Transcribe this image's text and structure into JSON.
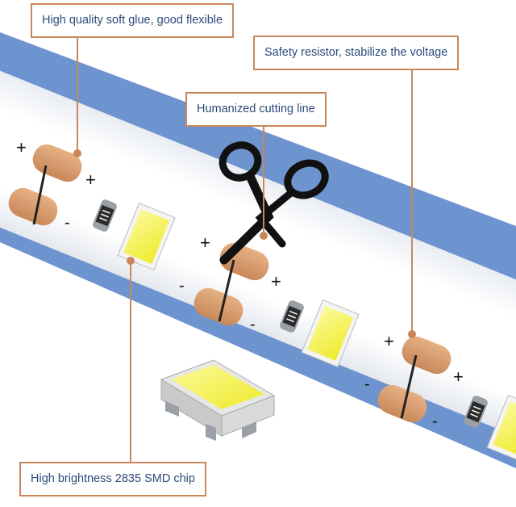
{
  "callouts": {
    "glue": "High quality soft glue, good flexible",
    "resistor": "Safety resistor, stabilize the voltage",
    "cutting": "Humanized cutting line",
    "chip": "High brightness 2835 SMD chip"
  },
  "polarity": {
    "plus": "+",
    "minus": "-"
  },
  "resistor_code": "≡",
  "colors": {
    "band": "#6d94cf",
    "strip": "#ffffff",
    "pad": "#d79b6a",
    "pad_dark": "#b8784a",
    "led_yellow": "#f2ef3c",
    "callout_border": "#c8885a",
    "callout_text": "#2b4a7a",
    "scissors": "#111111"
  },
  "icons": [
    "scissors-icon",
    "smd-chip-icon",
    "resistor-icon"
  ]
}
